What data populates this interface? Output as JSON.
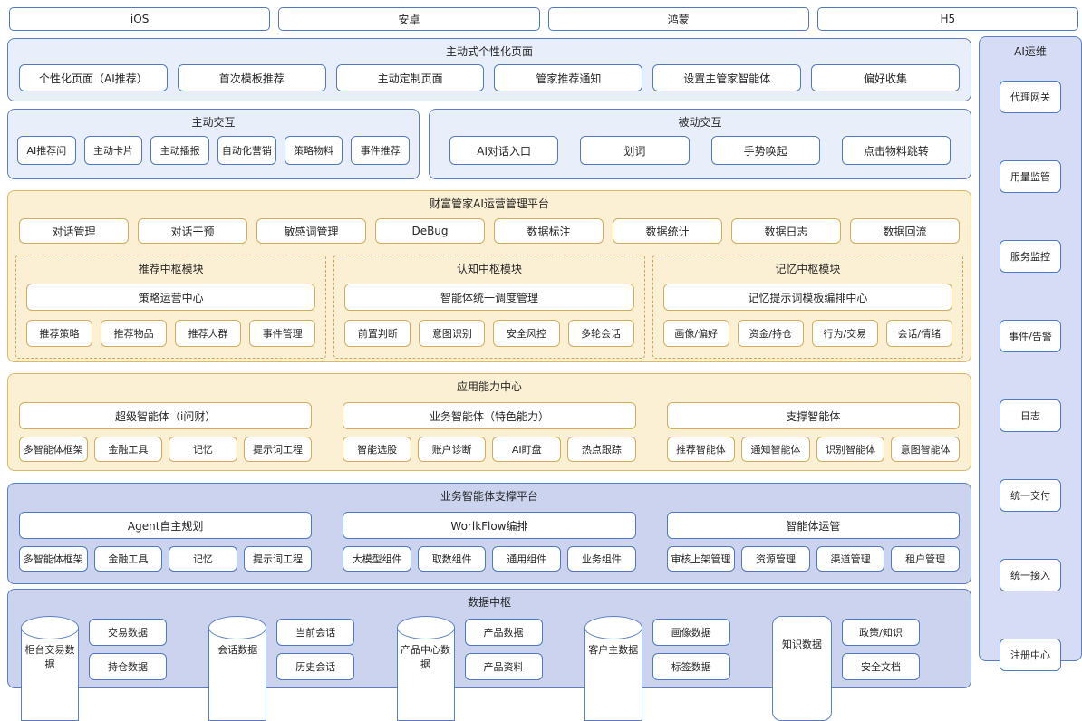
{
  "platforms": [
    "iOS",
    "安卓",
    "鸿蒙",
    "H5"
  ],
  "personalized_page": {
    "title": "主动式个性化页面",
    "items": [
      "个性化页面（AI推荐）",
      "首次模板推荐",
      "主动定制页面",
      "管家推荐通知",
      "设置主管家智能体",
      "偏好收集"
    ]
  },
  "active_interaction": {
    "title": "主动交互",
    "items": [
      "AI推荐问",
      "主动卡片",
      "主动播报",
      "自动化营销",
      "策略物料",
      "事件推荐"
    ]
  },
  "passive_interaction": {
    "title": "被动交互",
    "items": [
      "AI对话入口",
      "划词",
      "手势唤起",
      "点击物料跳转"
    ]
  },
  "ops_platform": {
    "title": "财富管家AI运营管理平台",
    "tools": [
      "对话管理",
      "对话干预",
      "敏感词管理",
      "DeBug",
      "数据标注",
      "数据统计",
      "数据日志",
      "数据回流"
    ],
    "modules": [
      {
        "title": "推荐中枢模块",
        "center": "策略运营中心",
        "items": [
          "推荐策略",
          "推荐物品",
          "推荐人群",
          "事件管理"
        ]
      },
      {
        "title": "认知中枢模块",
        "center": "智能体统一调度管理",
        "items": [
          "前置判断",
          "意图识别",
          "安全风控",
          "多轮会话"
        ]
      },
      {
        "title": "记忆中枢模块",
        "center": "记忆提示词模板编排中心",
        "items": [
          "画像/偏好",
          "资金/持仓",
          "行为/交易",
          "会话/情绪"
        ]
      }
    ]
  },
  "app_center": {
    "title": "应用能力中心",
    "groups": [
      {
        "header": "超级智能体（i问财）",
        "items": [
          "多智能体框架",
          "金融工具",
          "记忆",
          "提示词工程"
        ]
      },
      {
        "header": "业务智能体（特色能力）",
        "items": [
          "智能选股",
          "账户诊断",
          "AI盯盘",
          "热点跟踪"
        ]
      },
      {
        "header": "支撑智能体",
        "items": [
          "推荐智能体",
          "通知智能体",
          "识别智能体",
          "意图智能体"
        ]
      }
    ]
  },
  "support_platform": {
    "title": "业务智能体支撑平台",
    "groups": [
      {
        "header": "Agent自主规划",
        "items": [
          "多智能体框架",
          "金融工具",
          "记忆",
          "提示词工程"
        ]
      },
      {
        "header": "WorlkFlow编排",
        "items": [
          "大模型组件",
          "取数组件",
          "通用组件",
          "业务组件"
        ]
      },
      {
        "header": "智能体运管",
        "items": [
          "审核上架管理",
          "资源管理",
          "渠道管理",
          "租户管理"
        ]
      }
    ]
  },
  "data_hub": {
    "title": "数据中枢",
    "groups": [
      {
        "store": "柜台交易数据",
        "shape": "cylinder",
        "items": [
          "交易数据",
          "持仓数据"
        ]
      },
      {
        "store": "会话数据",
        "shape": "cylinder",
        "items": [
          "当前会话",
          "历史会话"
        ]
      },
      {
        "store": "产品中心数据",
        "shape": "cylinder",
        "items": [
          "产品数据",
          "产品资料"
        ]
      },
      {
        "store": "客户主数据",
        "shape": "cylinder",
        "items": [
          "画像数据",
          "标签数据"
        ]
      },
      {
        "store": "知识数据",
        "shape": "box",
        "items": [
          "政策/知识",
          "安全文档"
        ]
      }
    ]
  },
  "ai_ops": {
    "title": "AI运维",
    "items": [
      "代理网关",
      "用量监管",
      "服务监控",
      "事件/告警",
      "日志",
      "统一交付",
      "统一接入",
      "注册中心"
    ]
  },
  "colors": {
    "blue_border": "#4f79c4",
    "light_blue_bg": "#e9eefb",
    "yellow_border": "#d6ab59",
    "yellow_bg": "#fcf0d4",
    "lavender_bg": "#cbd3ee",
    "sidebar_bg": "#d6dcf6"
  }
}
